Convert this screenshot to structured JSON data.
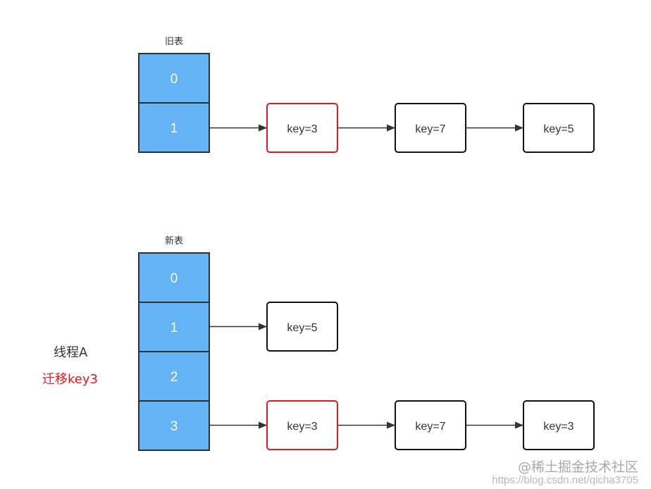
{
  "colors": {
    "cell_fill": "#63b3f5",
    "cell_border": "#2b2f36",
    "node_border_default": "#111111",
    "node_border_highlight": "#e0191d",
    "highlight_text": "#e0191d",
    "arrow": "#333333"
  },
  "old_table": {
    "title": "旧表",
    "cells": [
      "0",
      "1"
    ]
  },
  "new_table": {
    "title": "新表",
    "cells": [
      "0",
      "1",
      "2",
      "3"
    ]
  },
  "chains": [
    {
      "table": "old",
      "cell": "1",
      "nodes": [
        {
          "label": "key=3",
          "highlight": true
        },
        {
          "label": "key=7",
          "highlight": false
        },
        {
          "label": "key=5",
          "highlight": false
        }
      ]
    },
    {
      "table": "new",
      "cell": "1",
      "nodes": [
        {
          "label": "key=5",
          "highlight": false
        }
      ]
    },
    {
      "table": "new",
      "cell": "3",
      "nodes": [
        {
          "label": "key=3",
          "highlight": true
        },
        {
          "label": "key=7",
          "highlight": false
        },
        {
          "label": "key=3",
          "highlight": false
        }
      ]
    }
  ],
  "side_labels": {
    "thread": "线程A",
    "migrate": "迁移key3"
  },
  "watermark": {
    "site": "@稀土掘金技术社区",
    "url": "https://blog.csdn.net/qicha3705"
  }
}
